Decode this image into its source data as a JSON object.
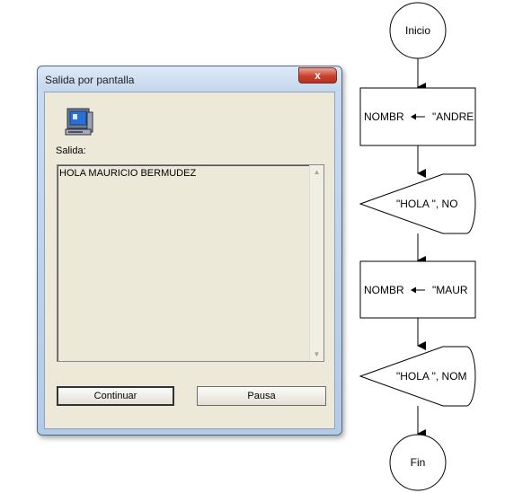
{
  "flowchart": {
    "start": "Inicio",
    "end": "Fin",
    "steps": [
      {
        "type": "assign",
        "var": "NOMBR",
        "value": "\"ANDRE"
      },
      {
        "type": "output",
        "text": "\"HOLA  \", NO"
      },
      {
        "type": "assign",
        "var": "NOMBR",
        "value": "\"MAUR"
      },
      {
        "type": "output",
        "text": "\"HOLA \", NOM"
      }
    ]
  },
  "dialog": {
    "title": "Salida por pantalla",
    "close_label": "x",
    "output_label": "Salida:",
    "output_text": "HOLA MAURICIO BERMUDEZ",
    "buttons": {
      "continue": "Continuar",
      "pause": "Pausa"
    },
    "icon": "computer-monitor-icon"
  },
  "colors": {
    "window_border": "#4f6b8c",
    "client_bg": "#ece9d8",
    "close_red": "#c8402c"
  }
}
